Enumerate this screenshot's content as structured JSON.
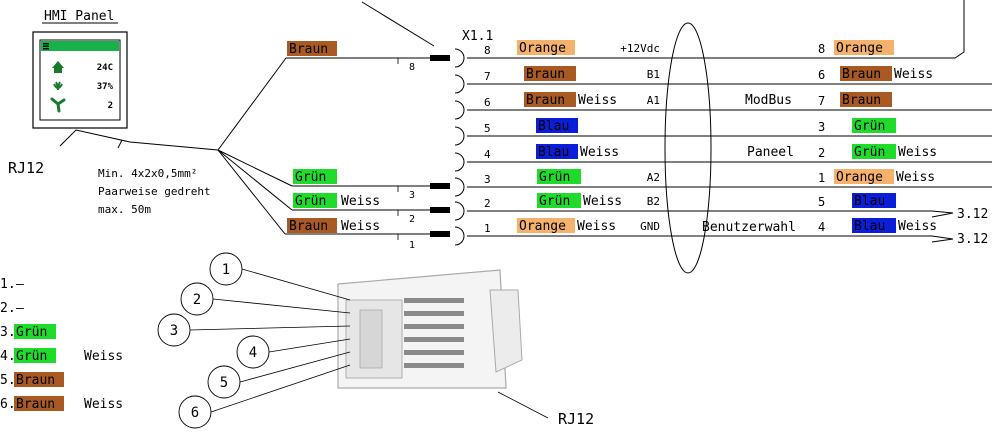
{
  "colors": {
    "orange": "#f4b26c",
    "braun": "#a85a22",
    "gruen": "#1fdc2a",
    "blau": "#0a1ed8",
    "panel_bar": "#17b24a",
    "icon_green": "#1a7a2c"
  },
  "hmi": {
    "title": "HMI Panel",
    "values": [
      "24C",
      "37%",
      "2"
    ],
    "rj12_label": "RJ12"
  },
  "cable": {
    "line1": "Min. 4x2x0,5mm²",
    "line2": "Paarweise gedreht",
    "line3": "max. 50m"
  },
  "panel_pairs": [
    {
      "color": "braun",
      "text": "Braun",
      "suffix": "",
      "pin": "8"
    },
    {
      "color": "gruen",
      "text": "Grün",
      "suffix": "",
      "pin": "3"
    },
    {
      "color": "gruen",
      "text": "Grün",
      "suffix": "Weiss",
      "pin": "2"
    },
    {
      "color": "braun",
      "text": "Braun",
      "suffix": "Weiss",
      "pin": "1"
    }
  ],
  "terminal": {
    "title": "X1.1",
    "rows": [
      {
        "num": "8",
        "color": "orange",
        "text": "Orange",
        "suffix": "",
        "signal": "+12Vdc"
      },
      {
        "num": "7",
        "color": "braun",
        "text": "Braun",
        "suffix": "",
        "signal": "B1"
      },
      {
        "num": "6",
        "color": "braun",
        "text": "Braun",
        "suffix": "Weiss",
        "signal": "A1"
      },
      {
        "num": "5",
        "color": "blau",
        "text": "Blau",
        "suffix": "",
        "signal": ""
      },
      {
        "num": "4",
        "color": "blau",
        "text": "Blau",
        "suffix": "Weiss",
        "signal": ""
      },
      {
        "num": "3",
        "color": "gruen",
        "text": "Grün",
        "suffix": "",
        "signal": "A2"
      },
      {
        "num": "2",
        "color": "gruen",
        "text": "Grün",
        "suffix": "Weiss",
        "signal": "B2"
      },
      {
        "num": "1",
        "color": "orange",
        "text": "Orange",
        "suffix": "Weiss",
        "signal": "GND"
      }
    ]
  },
  "groups": [
    "ModBus",
    "Paneel",
    "Benutzerwahl"
  ],
  "right_rows": [
    {
      "num": "8",
      "color": "orange",
      "text": "Orange",
      "suffix": "",
      "ref": ""
    },
    {
      "num": "6",
      "color": "braun",
      "text": "Braun",
      "suffix": "Weiss",
      "ref": ""
    },
    {
      "num": "7",
      "color": "braun",
      "text": "Braun",
      "suffix": "",
      "ref": ""
    },
    {
      "num": "3",
      "color": "gruen",
      "text": "Grün",
      "suffix": "",
      "ref": ""
    },
    {
      "num": "2",
      "color": "gruen",
      "text": "Grün",
      "suffix": "Weiss",
      "ref": ""
    },
    {
      "num": "1",
      "color": "orange",
      "text": "Orange",
      "suffix": "Weiss",
      "ref": ""
    },
    {
      "num": "5",
      "color": "blau",
      "text": "Blau",
      "suffix": "",
      "ref": "3.12"
    },
    {
      "num": "4",
      "color": "blau",
      "text": "Blau",
      "suffix": "Weiss",
      "ref": "3.12"
    }
  ],
  "pinout": [
    {
      "num": "1",
      "color": "",
      "text": "–",
      "suffix": ""
    },
    {
      "num": "2",
      "color": "",
      "text": "–",
      "suffix": ""
    },
    {
      "num": "3",
      "color": "gruen",
      "text": "Grün",
      "suffix": ""
    },
    {
      "num": "4",
      "color": "gruen",
      "text": "Grün",
      "suffix": "Weiss"
    },
    {
      "num": "5",
      "color": "braun",
      "text": "Braun",
      "suffix": ""
    },
    {
      "num": "6",
      "color": "braun",
      "text": "Braun",
      "suffix": "Weiss"
    }
  ],
  "connector_label": "RJ12"
}
